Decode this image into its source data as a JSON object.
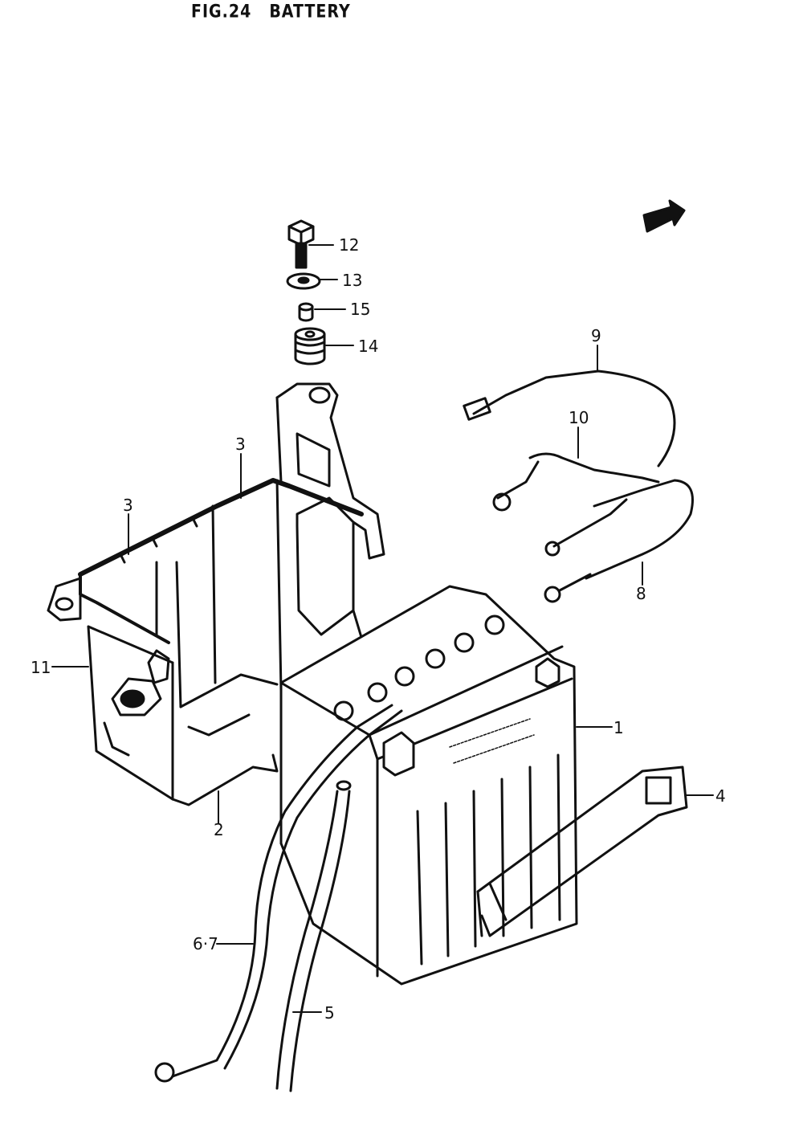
{
  "figure": {
    "number": "FIG.24",
    "title": "BATTERY"
  },
  "callouts": [
    {
      "id": "12",
      "label": "12"
    },
    {
      "id": "13",
      "label": "13"
    },
    {
      "id": "15",
      "label": "15"
    },
    {
      "id": "14",
      "label": "14"
    },
    {
      "id": "9",
      "label": "9"
    },
    {
      "id": "10",
      "label": "10"
    },
    {
      "id": "3a",
      "label": "3"
    },
    {
      "id": "3b",
      "label": "3"
    },
    {
      "id": "8",
      "label": "8"
    },
    {
      "id": "11",
      "label": "11"
    },
    {
      "id": "1",
      "label": "1"
    },
    {
      "id": "2",
      "label": "2"
    },
    {
      "id": "4",
      "label": "4"
    },
    {
      "id": "67",
      "label": "6·7"
    },
    {
      "id": "5",
      "label": "5"
    }
  ]
}
